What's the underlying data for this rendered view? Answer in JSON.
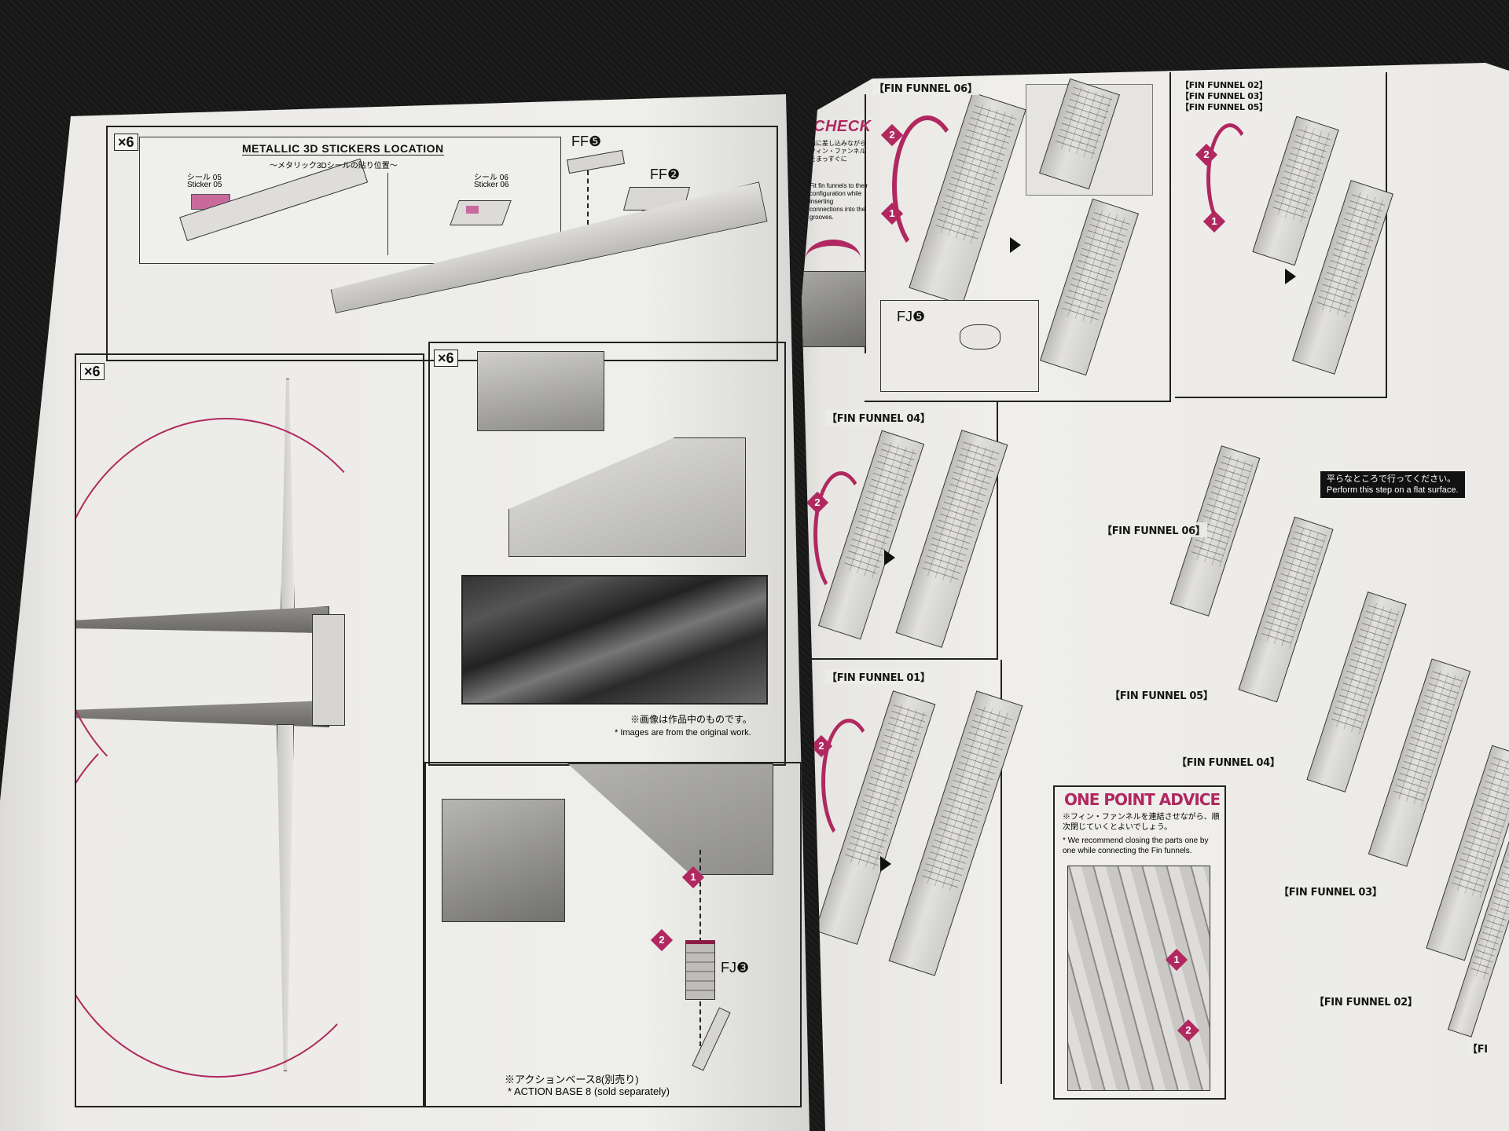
{
  "document": {
    "type": "model kit instruction manual spread",
    "accent_color": "#b0285f",
    "cover_color": "#2a2f8c"
  },
  "left_page": {
    "top_panel": {
      "multiplier": "×6",
      "sticker_box": {
        "title": "METALLIC 3D STICKERS LOCATION",
        "subtitle": "〜メタリック3Dシールの貼り位置〜",
        "sticker_a_jp": "シール 05",
        "sticker_a_en": "Sticker 05",
        "sticker_b_jp": "シール 06",
        "sticker_b_en": "Sticker 06"
      },
      "parts": [
        "FF❺",
        "FF❷"
      ]
    },
    "mid_left_panel": {
      "multiplier": "×6"
    },
    "mid_right_panel": {
      "multiplier": "×6",
      "photo_note_jp": "※画像は作品中のものです。",
      "photo_note_en": "* Images are from the original work."
    },
    "bottom_right_panel": {
      "steps": [
        "1",
        "2"
      ],
      "part": "FJ❸",
      "base_note_jp": "※アクションベース8(別売り)",
      "base_note_en": "* ACTION BASE 8 (sold separately)"
    }
  },
  "right_page": {
    "check_box": {
      "title": "CHECK",
      "text_jp": "溝に差し込みながらフィン・ファンネルをまっすぐに",
      "text_en": "Fit fin funnels to their configuration while inserting connections into the grooves."
    },
    "top_panel_a": {
      "label": "【FIN FUNNEL 06】",
      "steps": [
        "1",
        "2"
      ],
      "part": "FJ❺"
    },
    "top_panel_b": {
      "labels": [
        "【FIN FUNNEL 02】",
        "【FIN FUNNEL 03】",
        "【FIN FUNNEL 05】"
      ],
      "steps": [
        "1",
        "2"
      ]
    },
    "mid_left_panel": {
      "label": "【FIN FUNNEL 04】",
      "steps": [
        "2"
      ]
    },
    "bottom_left_panel": {
      "label": "【FIN FUNNEL 01】",
      "steps": [
        "2"
      ]
    },
    "assembly_panel": {
      "flat_note_jp": "平らなところで行ってください。",
      "flat_note_en": "Perform this step on a flat surface.",
      "labels": [
        "【FIN FUNNEL 06】",
        "【FIN FUNNEL 05】",
        "【FIN FUNNEL 04】",
        "【FIN FUNNEL 03】",
        "【FIN FUNNEL 02】",
        "【FI"
      ]
    },
    "advice_box": {
      "title": "ONE POINT ADVICE",
      "text_jp": "※フィン・ファンネルを連結させながら、順次閉じていくとよいでしょう。",
      "text_en": "* We recommend closing the parts one by one while connecting the Fin funnels.",
      "steps": [
        "1",
        "2"
      ]
    }
  }
}
